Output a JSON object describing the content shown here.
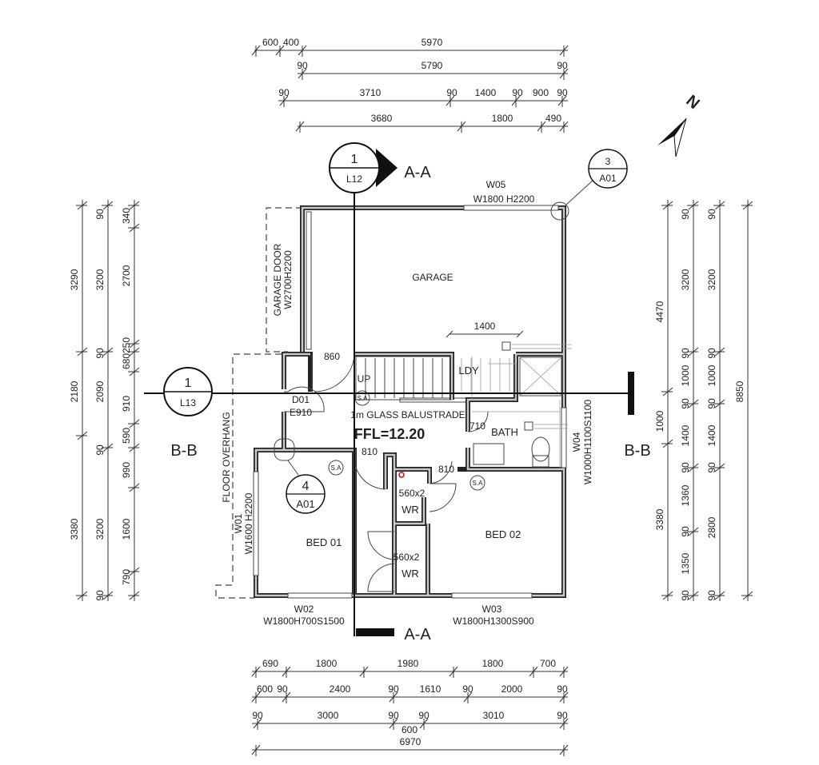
{
  "dimensions": {
    "top": {
      "row1": [
        "600",
        "400",
        "5970"
      ],
      "row2": [
        "90",
        "5790",
        "90"
      ],
      "row3": [
        "90",
        "3710",
        "90",
        "1400",
        "90",
        "900",
        "90"
      ],
      "row4": [
        "3680",
        "1800",
        "490"
      ]
    },
    "left": {
      "col1": [
        "3290",
        "2180",
        "3380"
      ],
      "col2": [
        "90",
        "3200",
        "90",
        "2090",
        "90",
        "3200",
        "90"
      ],
      "col3": [
        "340",
        "2700",
        "250",
        "680",
        "910",
        "590",
        "990",
        "1600",
        "790"
      ]
    },
    "right": {
      "col1": [
        "4470",
        "1000",
        "3380"
      ],
      "col2": [
        "90",
        "3200",
        "90",
        "1000",
        "90",
        "1400",
        "90",
        "1360",
        "90",
        "1350",
        "90"
      ],
      "col3": [
        "90",
        "3200",
        "90",
        "1000",
        "90",
        "1400",
        "90",
        "2800",
        "90"
      ],
      "col4": [
        "8850"
      ]
    },
    "bottom": {
      "row1": [
        "690",
        "1800",
        "1980",
        "1800",
        "700"
      ],
      "row2": [
        "600",
        "90",
        "2400",
        "90",
        "1610",
        "90",
        "2000",
        "90"
      ],
      "row3": [
        "90",
        "3000",
        "90",
        "600",
        "90",
        "3010",
        "90"
      ],
      "row4": [
        "6970"
      ]
    }
  },
  "rooms": {
    "garage": "GARAGE",
    "ldy": "LDY",
    "bath": "BATH",
    "bed01": "BED 01",
    "bed02": "BED 02",
    "wr1": "WR",
    "wr2": "WR",
    "up": "UP"
  },
  "annotations": {
    "ffl": "FFL=12.20",
    "balustrade": "1m GLASS BALUSTRADE",
    "garage_door_1": "GARAGE DOOR",
    "garage_door_2": "W2700H2200",
    "floor_overhang": "FLOOR OVERHANG",
    "d01": "D01",
    "e910": "E910",
    "door_860": "860",
    "door_810a": "810",
    "door_810b": "810",
    "door_710": "710",
    "dim_1400": "1400",
    "wr1_size": "560x2",
    "wr2_size": "560x2",
    "smoke_alarm": "S.A",
    "north": "N"
  },
  "windows": {
    "w01_id": "W01",
    "w01_size": "W1600 H2200",
    "w02_id": "W02",
    "w02_size": "W1800H700S1500",
    "w03_id": "W03",
    "w03_size": "W1800H1300S900",
    "w04_id": "W04",
    "w04_size": "W1000H1100S1100",
    "w05_id": "W05",
    "w05_size": "W1800 H2200"
  },
  "sections": {
    "aa_label": "A-A",
    "aa_number": "1",
    "aa_sheet": "L12",
    "bb_label": "B-B",
    "bb_number": "1",
    "bb_sheet": "L13",
    "detail3_number": "3",
    "detail3_sheet": "A01",
    "detail4_number": "4",
    "detail4_sheet": "A01"
  }
}
